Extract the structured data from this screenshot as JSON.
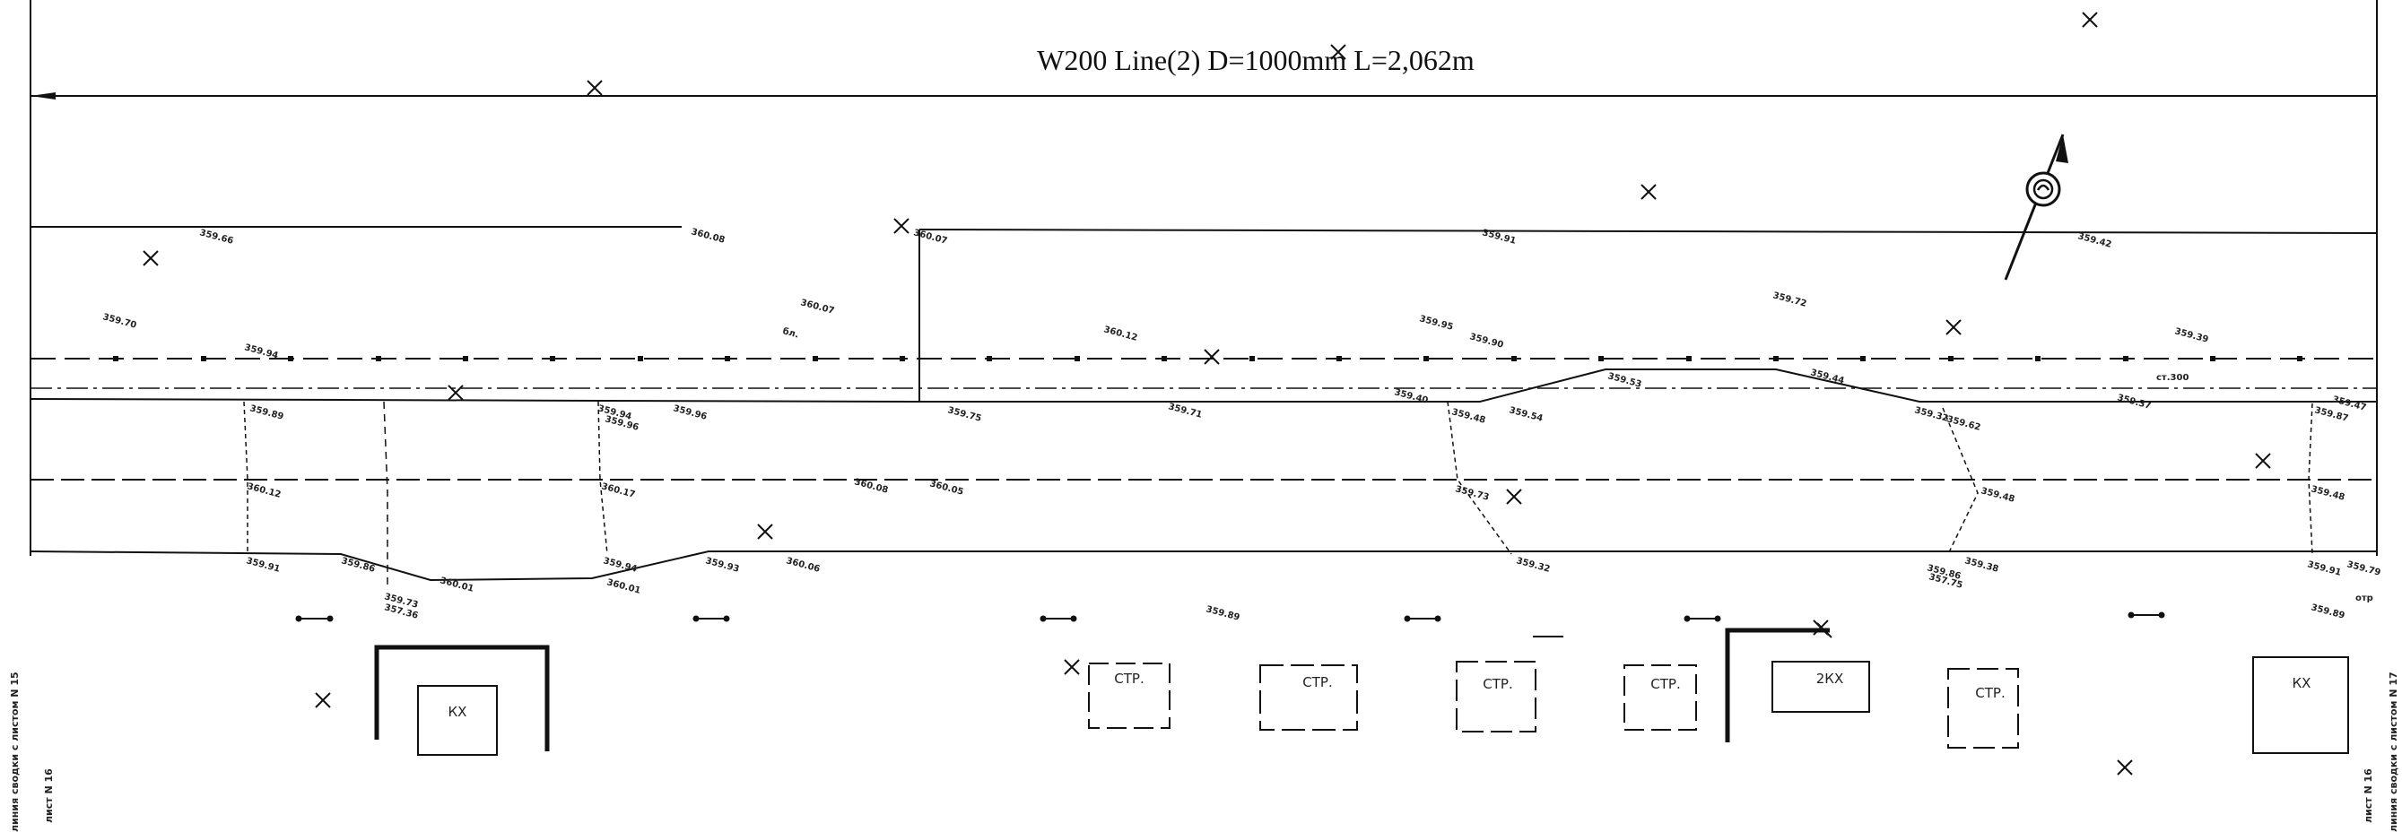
{
  "title": "W200 Line(2) D=1000mm L=2,062m",
  "left_margin": {
    "match_line": "линия сводки с листом N 15",
    "sheet": "лист N 16"
  },
  "right_margin": {
    "match_line": "линия сводки с листом N 17",
    "sheet": "лист N 16"
  },
  "elevations": {
    "e1": "359.66",
    "e2": "360.08",
    "e3": "360.07",
    "e4": "359.91",
    "e5": "359.42",
    "e6": "359.70",
    "e7": "359.94",
    "e8": "360.07",
    "e9": "360.12",
    "e10": "359.95",
    "e11": "359.90",
    "e12": "359.72",
    "e13": "359.39",
    "e14": "359.53",
    "e15": "359.44",
    "e16": "359.89",
    "e17": "359.94",
    "e18": "359.96",
    "e19": "359.75",
    "e20": "359.71",
    "e21": "359.40",
    "e22": "359.48",
    "e23": "359.54",
    "e24": "359.32",
    "e25": "359.62",
    "e26": "359.37",
    "e27": "359.87",
    "e28": "360.12",
    "e29": "360.17",
    "e30": "360.08",
    "e31": "360.05",
    "e32": "359.73",
    "e33": "359.48",
    "e34": "359.48",
    "e35": "359.86",
    "e36": "359.91",
    "e37": "359.96",
    "e38": "360.01",
    "e39": "359.94",
    "e40": "359.93",
    "e41": "360.06",
    "e42": "359.89",
    "e43": "359.32",
    "e44": "359.38",
    "e45": "359.79",
    "e46": "359.91",
    "e47": "359.89",
    "e48": "359.73",
    "e49": "357.36",
    "e50": "359.86",
    "e51": "359.47",
    "e52": "357.75",
    "e53": "360.01"
  },
  "annotations": {
    "ct300": "ст.300",
    "otr": "отр",
    "bl": "бл."
  },
  "buildings": {
    "kx1": "КХ",
    "str1": "СТР.",
    "str2": "СТР.",
    "str3": "СТР.",
    "str4": "СТР.",
    "kx2": "2КХ",
    "str5": "СТР.",
    "kx3": "КХ"
  }
}
